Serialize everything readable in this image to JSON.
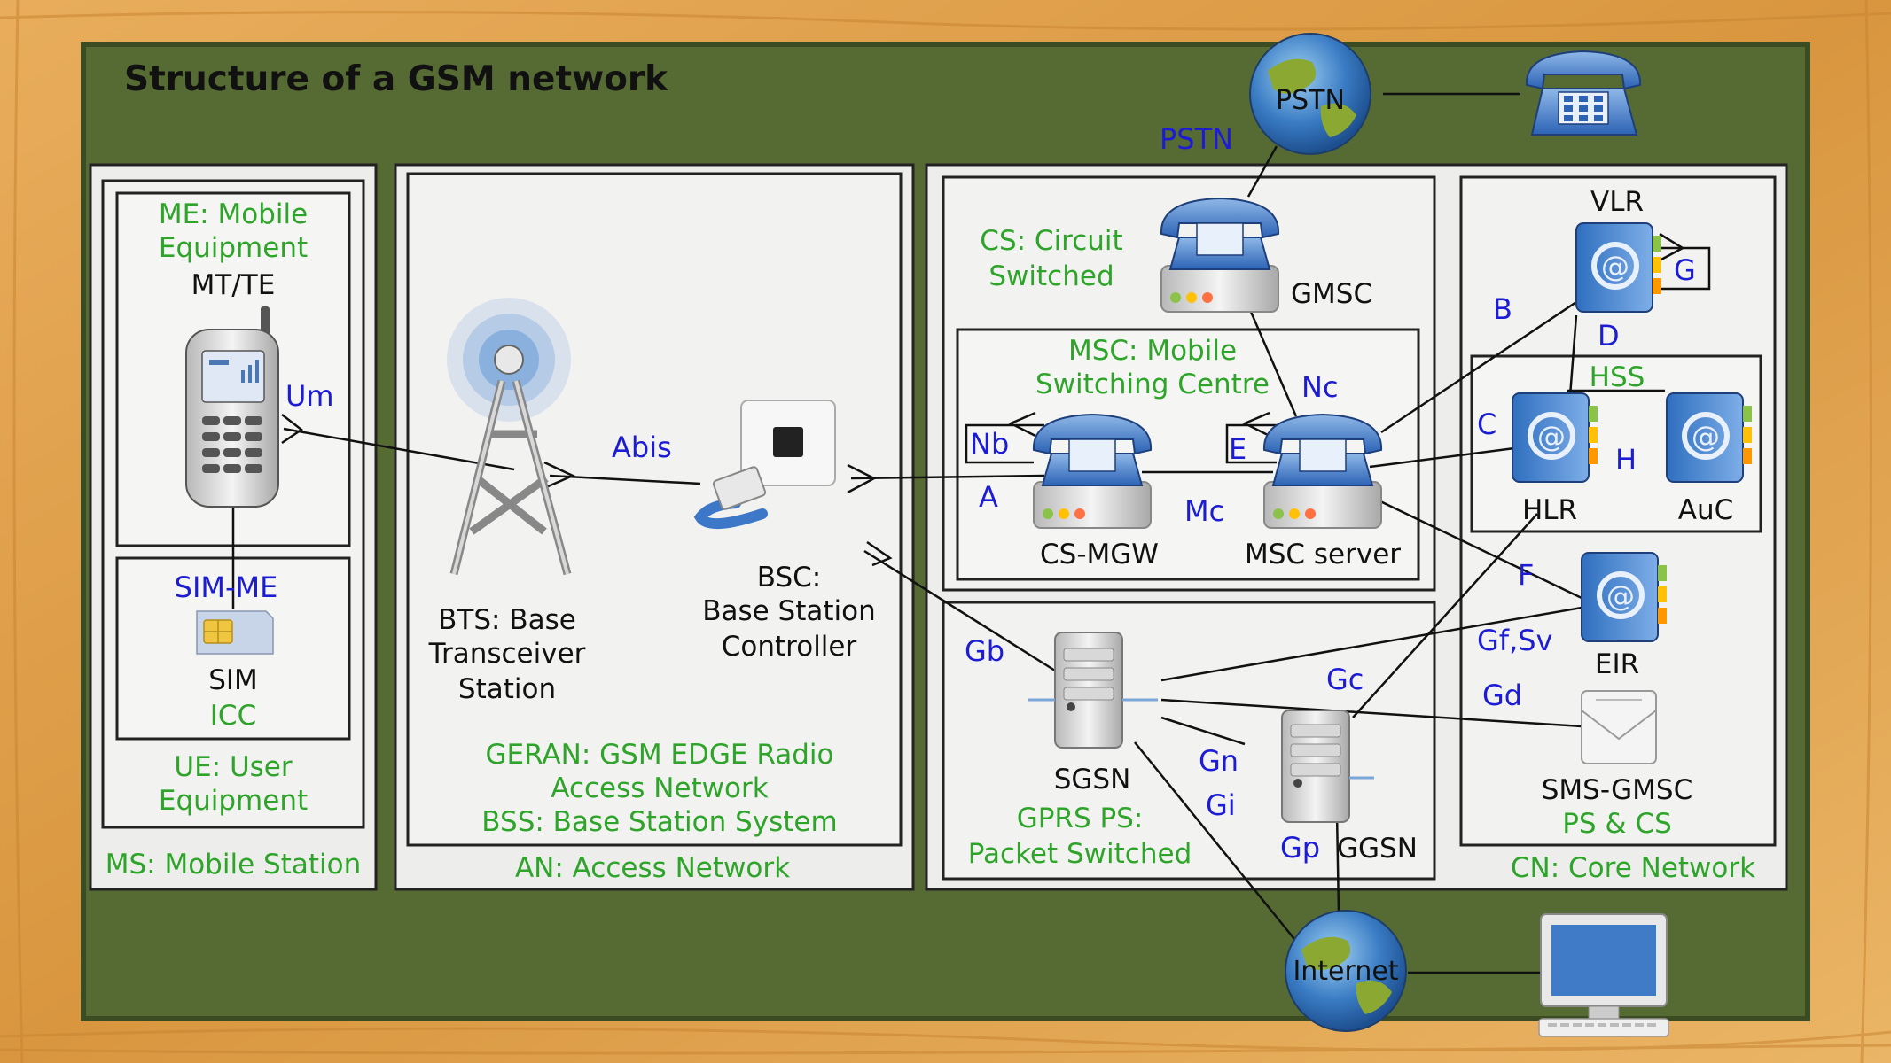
{
  "title": "Structure of a GSM network",
  "clouds": {
    "pstn": "PSTN",
    "internet": "Internet"
  },
  "ms": {
    "me_line1": "ME: Mobile",
    "me_line2": "Equipment",
    "mt_te": "MT/TE",
    "um": "Um",
    "sim_me": "SIM-ME",
    "sim": "SIM",
    "icc": "ICC",
    "ue_line1": "UE: User",
    "ue_line2": "Equipment",
    "section": "MS: Mobile Station"
  },
  "an": {
    "abis": "Abis",
    "bts_line1": "BTS: Base",
    "bts_line2": "Transceiver",
    "bts_line3": "Station",
    "bsc_line1": "BSC:",
    "bsc_line2": "Base Station",
    "bsc_line3": "Controller",
    "geran_line1": "GERAN: GSM EDGE Radio",
    "geran_line2": "Access Network",
    "bss": "BSS: Base Station System",
    "section": "AN: Access Network"
  },
  "cs": {
    "pstn_iface": "PSTN",
    "cs_line1": "CS: Circuit",
    "cs_line2": "Switched",
    "gmsc": "GMSC",
    "msc_line1": "MSC: Mobile",
    "msc_line2": "Switching Centre",
    "nc": "Nc",
    "nb": "Nb",
    "e": "E",
    "a": "A",
    "mc": "Mc",
    "cs_mgw": "CS-MGW",
    "msc_server": "MSC server"
  },
  "ps": {
    "gb": "Gb",
    "gc": "Gc",
    "gn": "Gn",
    "gi": "Gi",
    "gp": "Gp",
    "sgsn": "SGSN",
    "ggsn": "GGSN",
    "gprs_line1": "GPRS PS:",
    "gprs_line2": "Packet Switched"
  },
  "cn": {
    "vlr": "VLR",
    "g": "G",
    "b": "B",
    "d": "D",
    "hss": "HSS",
    "c": "C",
    "h": "H",
    "hlr": "HLR",
    "auc": "AuC",
    "f": "F",
    "eir": "EIR",
    "gf_sv": "Gf,Sv",
    "gd": "Gd",
    "sms_gmsc": "SMS-GMSC",
    "ps_cs": "PS & CS",
    "section": "CN: Core Network"
  },
  "icons": [
    "globe-icon",
    "telephone-icon",
    "mobile-phone-icon",
    "sim-card-icon",
    "antenna-tower-icon",
    "bsc-connector-icon",
    "switch-telephone-icon",
    "address-book-icon",
    "server-tower-icon",
    "envelope-icon",
    "monitor-icon"
  ],
  "colors": {
    "board": "#566b33",
    "panel": "#ededec",
    "label_green": "#2fa42a",
    "label_blue": "#1c1cd4",
    "wood": "#e2a352"
  }
}
